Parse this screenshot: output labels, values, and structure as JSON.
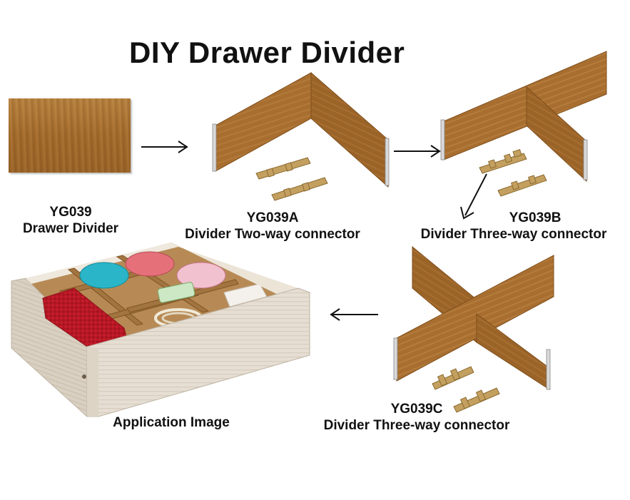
{
  "title": "DIY Drawer Divider",
  "products": [
    {
      "code": "YG039",
      "name": "Drawer Divider"
    },
    {
      "code": "YG039A",
      "name": "Divider Two-way connector"
    },
    {
      "code": "YG039B",
      "name": "Divider Three-way connector"
    },
    {
      "code": "YG039C",
      "name": "Divider Three-way connector"
    }
  ],
  "application_label": "Application Image",
  "colors": {
    "wood": "#a86e2f",
    "wood_dark": "#7f4f1c",
    "connector": "#c4a060",
    "drawer_front": "#e4dcd0"
  }
}
